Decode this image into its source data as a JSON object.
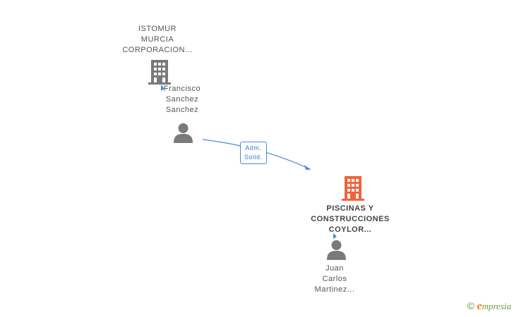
{
  "nodes": {
    "istomur": {
      "lines": [
        "ISTOMUR",
        "MURCIA",
        "CORPORACION..."
      ],
      "color": "#7a7a7a"
    },
    "francisco": {
      "lines": [
        "Francisco",
        "Sanchez",
        "Sanchez"
      ]
    },
    "piscinas": {
      "lines": [
        "PISCINAS Y",
        "CONSTRUCCIONES",
        "COYLOR..."
      ],
      "color": "#f0643c"
    },
    "juan": {
      "lines": [
        "Juan",
        "Carlos",
        "Martinez..."
      ]
    }
  },
  "edges": {
    "adm_solid": {
      "lines": [
        "Adm.",
        "Solid."
      ]
    }
  },
  "colors": {
    "edge": "#4a8ad8",
    "person": "#7a7a7a"
  },
  "footer": {
    "copyright": "©",
    "brand_initial": "e",
    "brand_rest": "mpresia"
  }
}
